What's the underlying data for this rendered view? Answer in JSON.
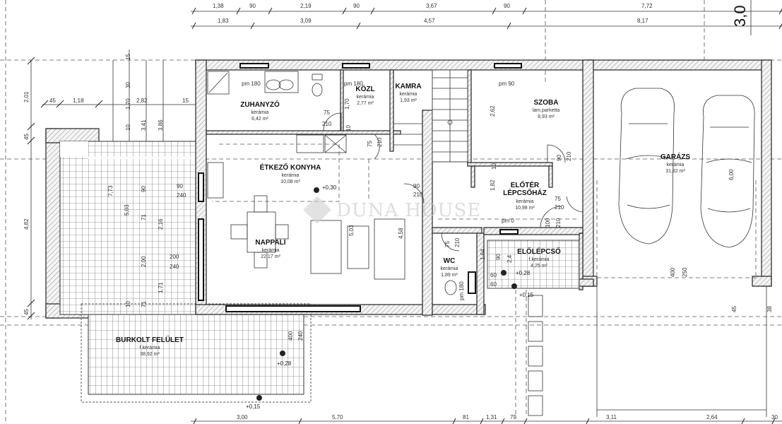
{
  "rooms": [
    {
      "name": "ZUHANYZÓ",
      "floor": "kerámia",
      "area": "6,42 m²"
    },
    {
      "name": "KÖZL",
      "floor": "kerámia",
      "area": "2,77 m²"
    },
    {
      "name": "KAMRA",
      "floor": "kerámia",
      "area": "1,93 m²"
    },
    {
      "name": "ÉTKEZŐ KONYHA",
      "floor": "kerámia",
      "area": "10,08 m²"
    },
    {
      "name": "NAPPALI",
      "floor": "kerámia",
      "area": "22,17 m²"
    },
    {
      "name": "SZOBA",
      "floor": "lam.parketta",
      "area": "8,93 m²"
    },
    {
      "name": "GARÁZS",
      "floor": "kerámia",
      "area": "31,82 m²"
    },
    {
      "name": "ELŐTÉR",
      "name2": "LÉPCSŐHÁZ",
      "floor": "kerámia",
      "area": "10,98 m²"
    },
    {
      "name": "WC",
      "floor": "kerámia",
      "area": "1,89 m²"
    },
    {
      "name": "ELŐLÉPCSŐ",
      "floor": "f.kerámia",
      "area": "4,25 m²"
    },
    {
      "name": "BURKOLT FELÜLET",
      "floor": "f.kerámia",
      "area": "38,92 m²"
    }
  ],
  "top_dims_row1": [
    "1,38",
    "90",
    "2,19",
    "90",
    "3,67",
    "90",
    "7,72"
  ],
  "top_dims_row2": [
    "1,83",
    "3,09",
    "4,57",
    "8,17"
  ],
  "top_right_big": "3,0",
  "bottom_dims": [
    "3,00",
    "5,70",
    "81",
    "1,31",
    "79",
    "3,11",
    "2,64",
    "30"
  ],
  "left_dims": [
    "2,01",
    "45",
    "4,82",
    "45"
  ],
  "left_horizontal_dims": [
    "45",
    "1,18",
    "2,82",
    "15"
  ],
  "terrace_dims": [
    "15",
    "30",
    "1,70",
    "10",
    "3,41",
    "3,86",
    "7,73",
    "5,03",
    "90",
    "2,16",
    "2,00",
    "1,71",
    "71",
    "71",
    "10"
  ],
  "window_labels": [
    "90",
    "240",
    "200",
    "240"
  ],
  "parapets": [
    "pm 180",
    "pm 180",
    "pm 90",
    "pm 0",
    "pm 180"
  ],
  "door_labels": [
    "75",
    "210",
    "75",
    "210",
    "90",
    "210",
    "90",
    "210",
    "75",
    "210",
    "100",
    "210",
    "75",
    "210"
  ],
  "interior_dims": [
    "1,70",
    "2,62",
    "1,82",
    "6,00",
    "5,03",
    "4,58",
    "400",
    "250",
    "400",
    "240",
    "45",
    "38",
    "1,64",
    "90",
    "2,4",
    "60",
    "60",
    "10",
    "10"
  ],
  "levels": [
    "+0,30",
    "+0,28",
    "+0,15",
    "+0,28",
    "+0,15"
  ],
  "watermark": "DUNA HOUSE"
}
